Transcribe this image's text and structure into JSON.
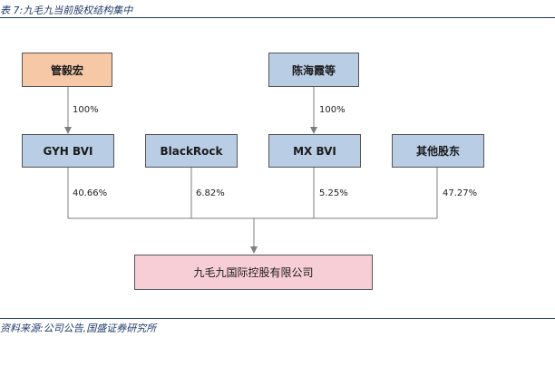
{
  "caption": "表 7:九毛九当前股权结构集中",
  "source": "资料来源:公司公告,国盛证券研究所",
  "top_holders": {
    "guan": "管毅宏",
    "chen": "陈海霞等"
  },
  "shareholders": {
    "gyh": "GYH BVI",
    "blackrock": "BlackRock",
    "mx": "MX BVI",
    "others": "其他股东"
  },
  "upper_pct": {
    "guan": "100%",
    "chen": "100%"
  },
  "lower_pct": {
    "gyh": "40.66%",
    "blackrock": "6.82%",
    "mx": "5.25%",
    "others": "47.27%"
  },
  "company": "九毛九国际控股有限公司",
  "colors": {
    "blue_box": "#b9cde5",
    "orange_box": "#f6c8a6",
    "pink_box": "#f7cdd6",
    "rule": "#1f3a6b"
  }
}
